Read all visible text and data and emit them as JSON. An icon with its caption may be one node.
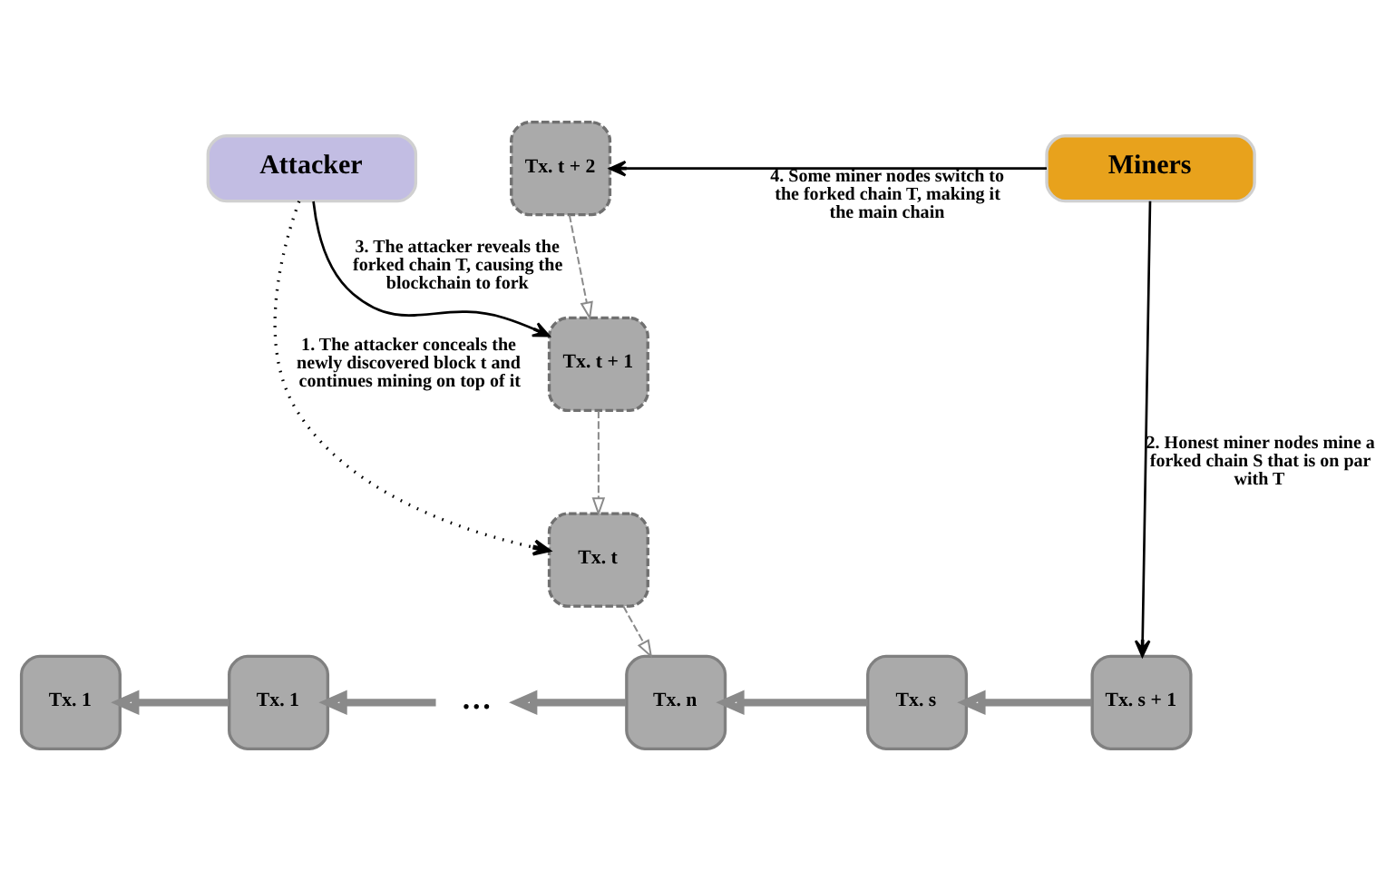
{
  "diagram": {
    "nodes": [
      {
        "text": [
          "Attacker"
        ]
      },
      {
        "text": [
          "Miners"
        ]
      },
      {
        "text": [
          "Tx. t + 2"
        ]
      },
      {
        "text": [
          "Tx. t + 1"
        ]
      },
      {
        "text": [
          "Tx. t"
        ]
      },
      {
        "text": [
          "Tx. 1"
        ]
      },
      {
        "text": [
          "Tx. 1"
        ]
      },
      {
        "text": [
          "…"
        ]
      },
      {
        "text": [
          "Tx. n"
        ]
      },
      {
        "text": [
          "Tx. s"
        ]
      },
      {
        "text": [
          "Tx. s + 1"
        ]
      }
    ],
    "edges": [
      {
        "from": 1,
        "to": 2,
        "arrow": "to",
        "color": "#000000",
        "label": "4. Some miner nodes switch to the forked chain T, making it the main chain"
      },
      {
        "from": 0,
        "to": 3,
        "arrow": "to",
        "color": "#000000",
        "label": "3. The attacker reveals the forked chain T, causing the blockchain to fork"
      },
      {
        "from": 2,
        "to": 3,
        "arrow": "to",
        "style": "dashed"
      },
      {
        "from": 3,
        "to": 4,
        "arrow": "to",
        "style": "dashed"
      },
      {
        "from": 0,
        "to": 4,
        "arrow": "to",
        "color": "#000000",
        "style": "dashed",
        "label": "1. The attacker conceals the newly discovered block t and continues mining on top of it"
      },
      {
        "from": 4,
        "to": 8,
        "arrow": "to",
        "style": "dashed"
      },
      {
        "from": 1,
        "to": 10,
        "arrow": "to",
        "color": "#000000",
        "label": "2. Honest miner nodes mine a forked chain S that is on par with T"
      },
      {
        "from": 10,
        "to": 9,
        "arrow": "to",
        "style": "thick"
      },
      {
        "from": 9,
        "to": 8,
        "arrow": "to",
        "style": "thick"
      },
      {
        "from": 8,
        "to": 7,
        "arrow": "to",
        "style": "thick"
      },
      {
        "from": 7,
        "to": 6,
        "arrow": "to",
        "style": "thick"
      },
      {
        "from": 6,
        "to": 5,
        "arrow": "to",
        "style": "thick"
      }
    ]
  }
}
